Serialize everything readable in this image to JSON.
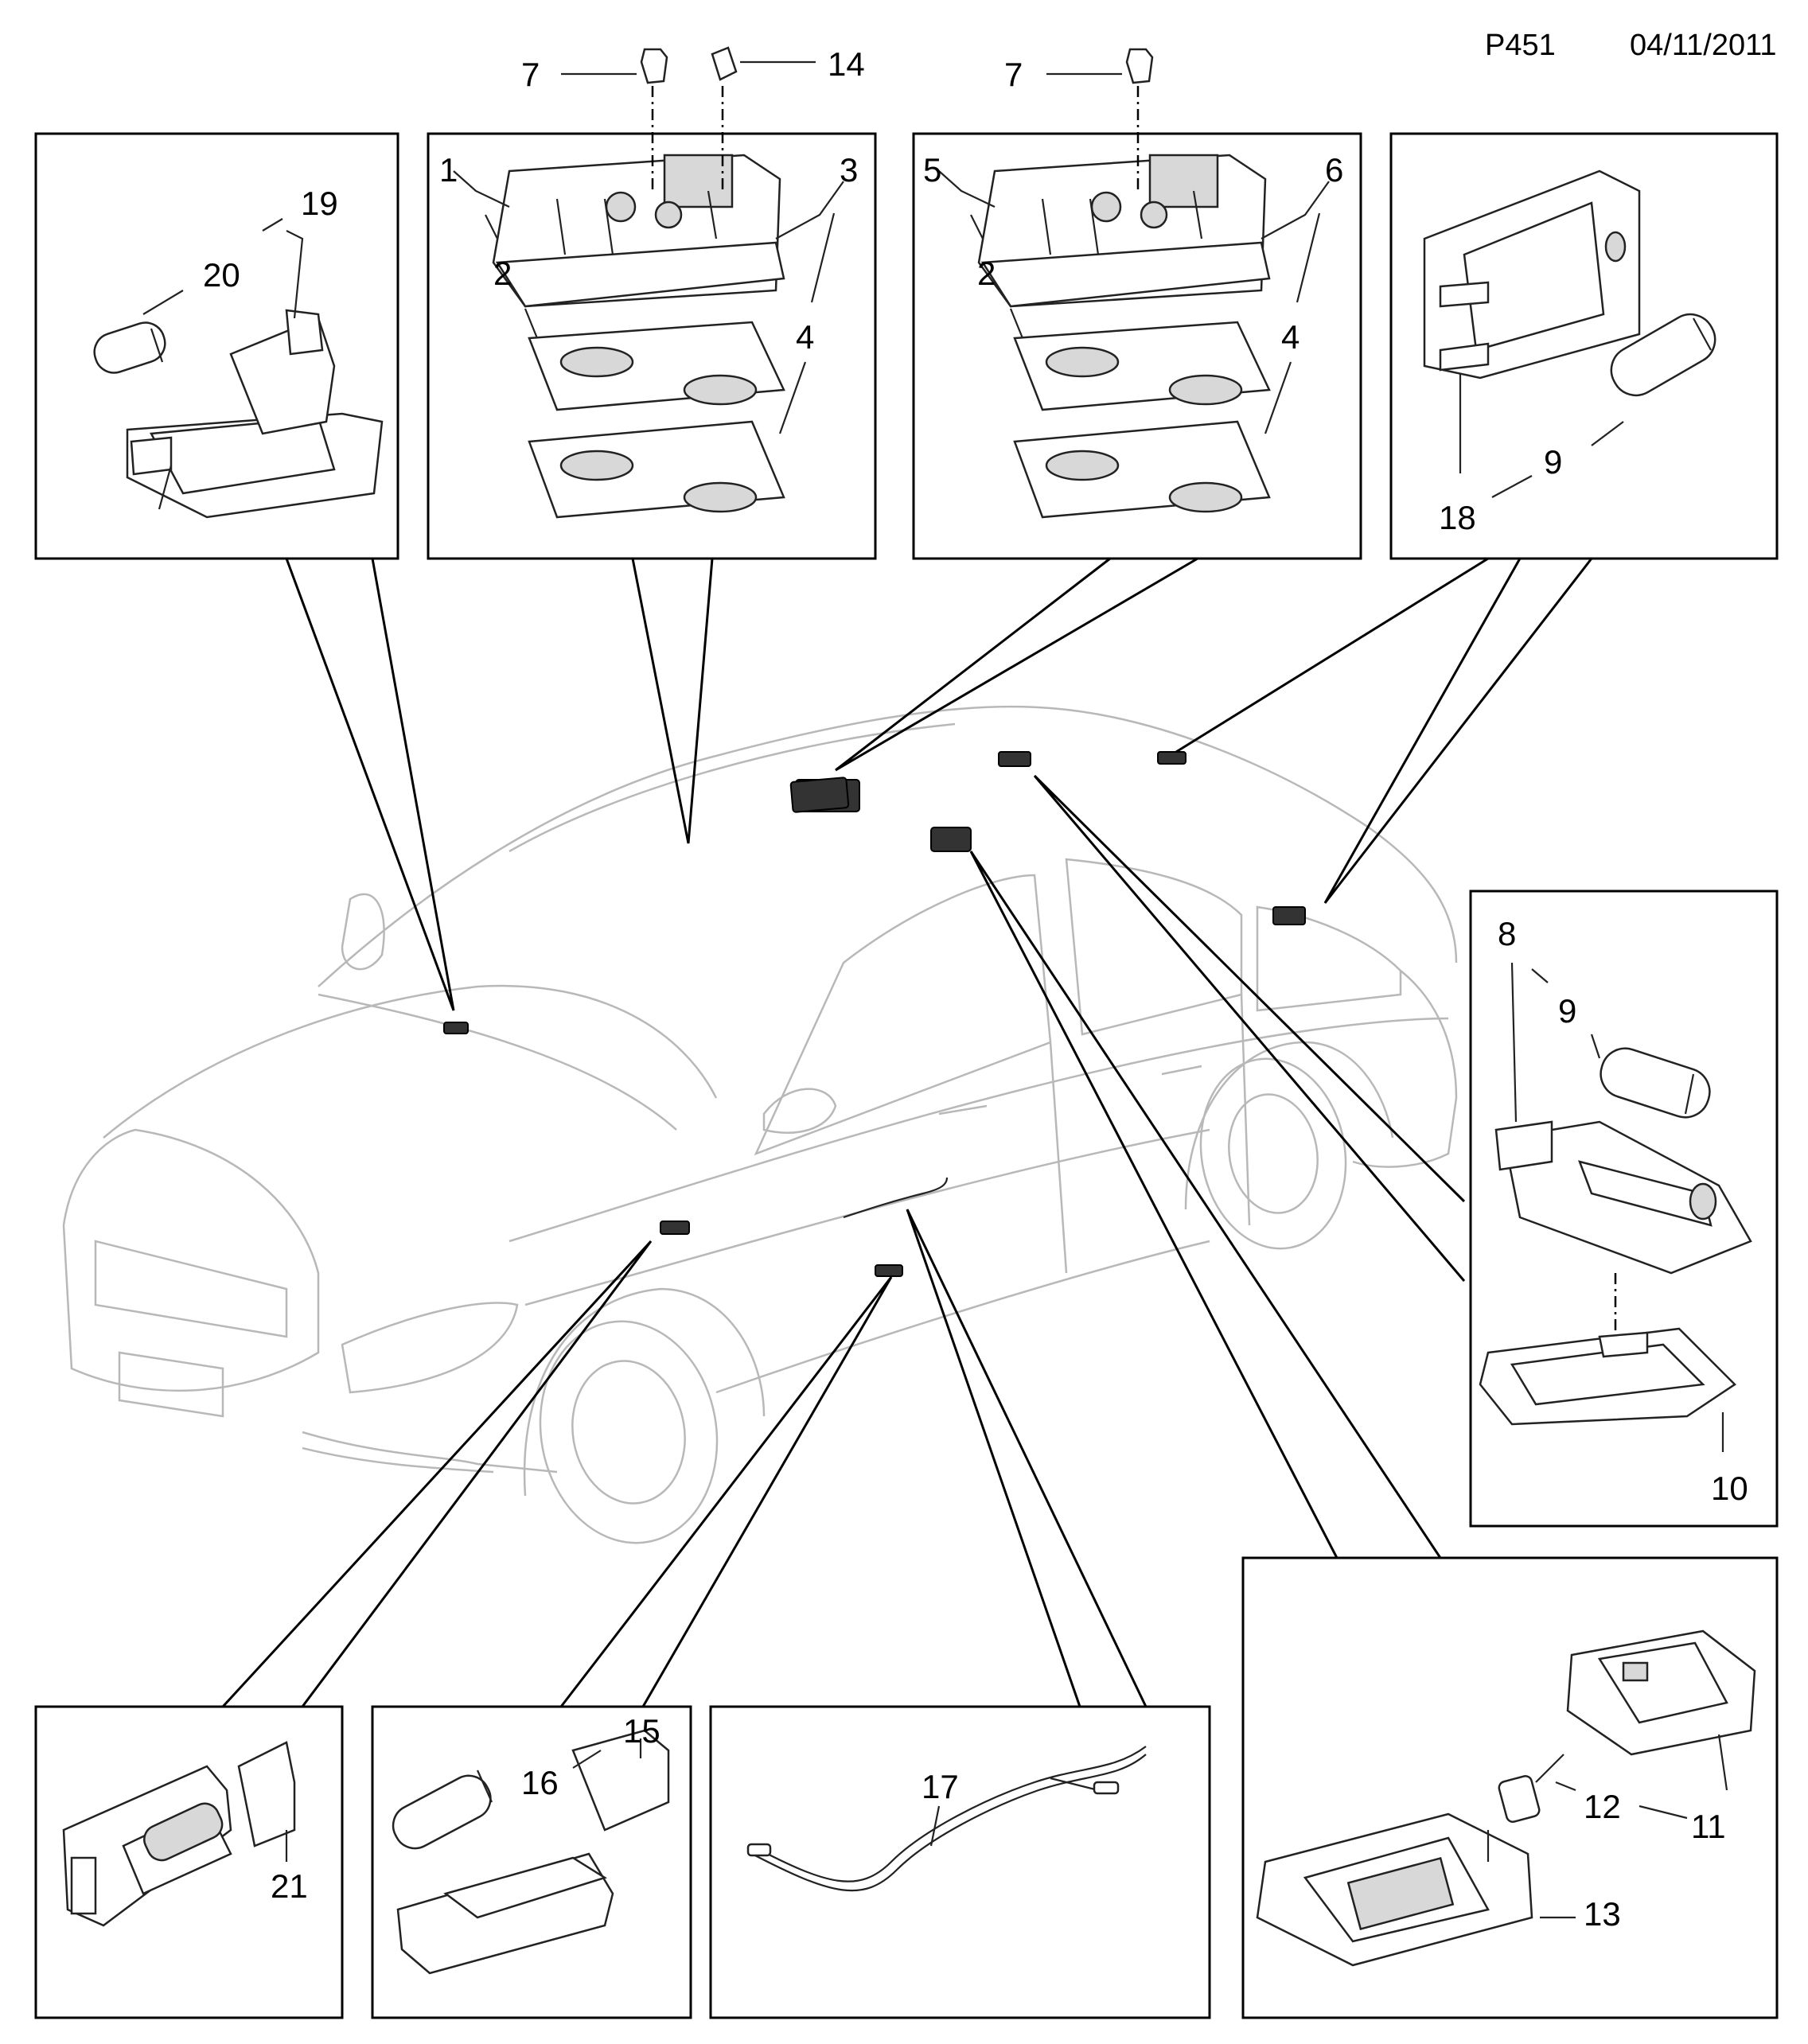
{
  "header": {
    "page_code": "P451",
    "date": "04/11/2011"
  },
  "callouts": {
    "n1": "1",
    "n2": "2",
    "n3": "3",
    "n4": "4",
    "n5": "5",
    "n6": "6",
    "n7": "7",
    "n8": "8",
    "n9": "9",
    "n10": "10",
    "n11": "11",
    "n12": "12",
    "n13": "13",
    "n14": "14",
    "n15": "15",
    "n16": "16",
    "n17": "17",
    "n18": "18",
    "n19": "19",
    "n20": "20",
    "n21": "21"
  }
}
